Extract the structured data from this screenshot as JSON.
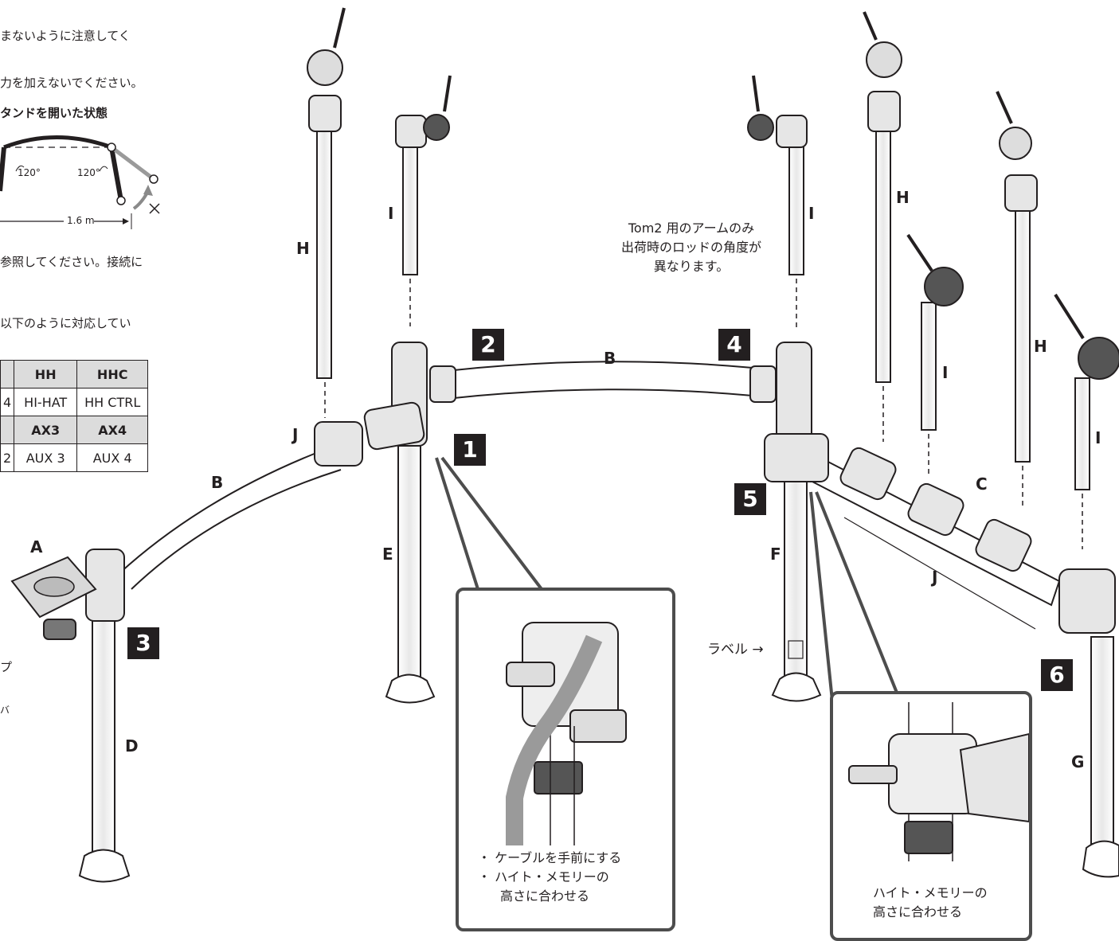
{
  "left_notes": {
    "line1": "まないように注意してく",
    "line2": "力を加えないでください。",
    "stand_open_title": "タンドを開いた状態",
    "angle1": "120°",
    "angle2": "120°",
    "width_label": "1.6 m",
    "line3": "参照してください。接続に",
    "line4": "以下のように対応してい",
    "frag_pu": "プ",
    "frag_ba": "バ"
  },
  "assign_table": {
    "rows": [
      [
        "",
        "HH",
        "HHC"
      ],
      [
        "4",
        "HI-HAT",
        "HH CTRL"
      ],
      [
        "",
        "AX3",
        "AX4"
      ],
      [
        "2",
        "AUX 3",
        "AUX 4"
      ]
    ]
  },
  "parts": {
    "A": "A",
    "B1": "B",
    "B2": "B",
    "C": "C",
    "D": "D",
    "E": "E",
    "F": "F",
    "G": "G",
    "H1": "H",
    "H2": "H",
    "H3": "H",
    "I1": "I",
    "I2": "I",
    "I3": "I",
    "I4": "I",
    "J1": "J",
    "J2": "J"
  },
  "steps": [
    "1",
    "2",
    "3",
    "4",
    "5",
    "6"
  ],
  "tom2_note": {
    "line1": "Tom2 用のアームのみ",
    "line2": "出荷時のロッドの角度が",
    "line3": "異なります。"
  },
  "label_callout": "ラベル →",
  "inset1": {
    "bullet1": "・ ケーブルを手前にする",
    "bullet2": "・ ハイト・メモリーの",
    "bullet2b": "高さに合わせる"
  },
  "inset2": {
    "line1": "ハイト・メモリーの",
    "line2": "高さに合わせる"
  }
}
